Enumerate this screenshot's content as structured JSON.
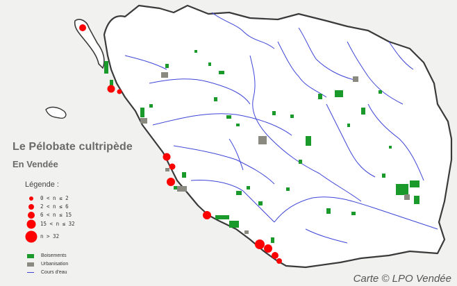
{
  "map": {
    "title": "Le Pélobate cultripède",
    "subtitle": "En Vendée",
    "credit": "Carte © LPO Vendée",
    "colors": {
      "background": "#f1f1ef",
      "land": "#ffffff",
      "border": "#3a3a3a",
      "water": "#3d45d8",
      "forest": "#1a9a2a",
      "urban": "#8a8a80",
      "observation": "#ff0000"
    }
  },
  "legend": {
    "title": "Légende :",
    "size_classes": [
      {
        "label": "0 < n ≤ 2",
        "diameter": 6
      },
      {
        "label": "2 < n ≤ 6",
        "diameter": 8
      },
      {
        "label": "6 < n ≤ 15",
        "diameter": 10
      },
      {
        "label": "15 < n ≤ 32",
        "diameter": 13
      },
      {
        "label": "n > 32",
        "diameter": 17
      }
    ],
    "categories": [
      {
        "label": "Boisements",
        "type": "fill",
        "color": "#1a9a2a"
      },
      {
        "label": "Urbanisation",
        "type": "fill",
        "color": "#8a8a80"
      },
      {
        "label": "Cours d'eau",
        "type": "line",
        "color": "#3d45d8"
      }
    ]
  }
}
